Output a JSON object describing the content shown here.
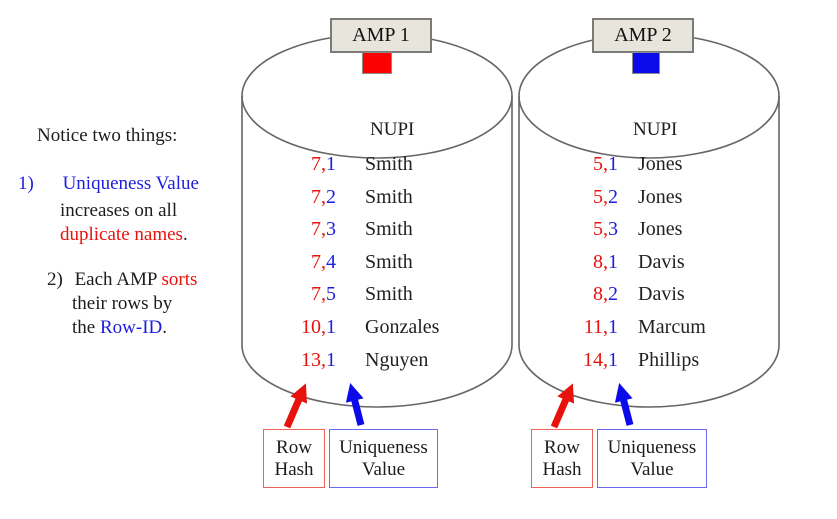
{
  "colors": {
    "row_hash_red": "#e8120c",
    "uniqueness_blue": "#1d1de0",
    "amp_box_fill": "#e8e6dc",
    "cylinder_outline": "#666666",
    "legend_red_border": "#f0625c",
    "legend_blue_border": "#6b6bf0"
  },
  "notes": {
    "title": "Notice two things:",
    "item1_num": "1)",
    "item1_line1": "Uniqueness Value",
    "item1_line2": "increases on all",
    "item1_line3_red": "duplicate names",
    "item1_line3_end": ".",
    "item2_num": "2)",
    "item2_line1_pre": "Each AMP ",
    "item2_line1_red": "sorts",
    "item2_line2": "their rows by",
    "item2_line3_pre": "the ",
    "item2_line3_blue": "Row-ID",
    "item2_line3_end": "."
  },
  "row_id_separator": ",",
  "amp1": {
    "title": "AMP 1",
    "index_label": "NUPI",
    "rows": [
      {
        "hash": "7",
        "uv": "1",
        "name": "Smith"
      },
      {
        "hash": "7",
        "uv": "2",
        "name": "Smith"
      },
      {
        "hash": "7",
        "uv": "3",
        "name": "Smith"
      },
      {
        "hash": "7",
        "uv": "4",
        "name": "Smith"
      },
      {
        "hash": "7",
        "uv": "5",
        "name": "Smith"
      },
      {
        "hash": "10",
        "uv": "1",
        "name": "Gonzales"
      },
      {
        "hash": "13",
        "uv": "1",
        "name": "Nguyen"
      }
    ]
  },
  "amp2": {
    "title": "AMP 2",
    "index_label": "NUPI",
    "rows": [
      {
        "hash": "5",
        "uv": "1",
        "name": "Jones"
      },
      {
        "hash": "5",
        "uv": "2",
        "name": "Jones"
      },
      {
        "hash": "5",
        "uv": "3",
        "name": "Jones"
      },
      {
        "hash": "8",
        "uv": "1",
        "name": "Davis"
      },
      {
        "hash": "8",
        "uv": "2",
        "name": "Davis"
      },
      {
        "hash": "11",
        "uv": "1",
        "name": "Marcum"
      },
      {
        "hash": "14",
        "uv": "1",
        "name": "Phillips"
      }
    ]
  },
  "legend": {
    "row_hash_line1": "Row",
    "row_hash_line2": "Hash",
    "uniqueness_line1": "Uniqueness",
    "uniqueness_line2": "Value"
  }
}
